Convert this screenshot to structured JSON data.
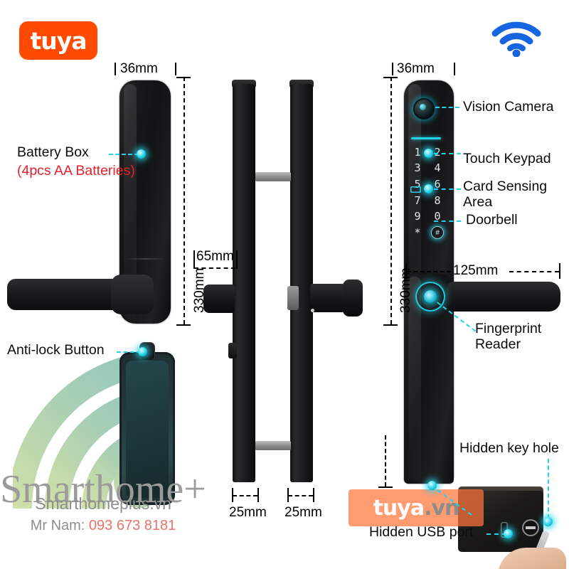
{
  "brand": {
    "logo_text": "tuya",
    "logo_color": "#ff4a00",
    "wifi_icon": "wifi-icon",
    "wifi_color": "#1a73e8"
  },
  "callouts": {
    "battery_box": "Battery Box",
    "battery_box_note": "(4pcs AA Batteries)",
    "anti_lock_button": "Anti-lock Button",
    "vision_camera": "Vision Camera",
    "touch_keypad": "Touch Keypad",
    "card_sensing_area": "Card Sensing Area",
    "doorbell": "Doorbell",
    "fingerprint_reader": "Fingerprint Reader",
    "hidden_key_hole": "Hidden key hole",
    "hidden_usb_port": "Hidden USB port"
  },
  "dimensions": {
    "width_left": "36mm",
    "width_right": "36mm",
    "height_left": "330mm",
    "height_right": "330mm",
    "depth_front": "65mm",
    "handle_length": "125mm",
    "thickness_a": "25mm",
    "thickness_b": "25mm"
  },
  "keypad": {
    "keys": [
      "1",
      "2",
      "3",
      "4",
      "5",
      "6",
      "7",
      "8",
      "9",
      "0",
      "*"
    ],
    "doorbell_key": "#",
    "accent_color": "#22d2e8"
  },
  "watermark": {
    "brand": "Smarthome",
    "brand_plus": "+",
    "site": "Smarthomeplus.vn",
    "contact_label": "Mr Nam:",
    "contact_phone": "093 673 8181",
    "phone_color": "#e8736b"
  },
  "inset": {
    "overlay_text": "tuya",
    "overlay_suffix": ".vn"
  }
}
